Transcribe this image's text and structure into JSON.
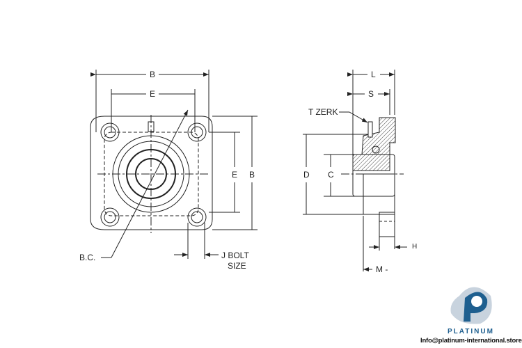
{
  "front_view": {
    "dim_b_top": "B",
    "dim_e_top": "E",
    "dim_e_side": "E",
    "dim_b_side": "B",
    "bc_label": "B.C.",
    "j_bolt_line1": "J BOLT",
    "j_bolt_line2": "SIZE"
  },
  "side_view": {
    "dim_l": "L",
    "dim_s": "S",
    "t_zerk": "T ZERK",
    "dim_d": "D",
    "dim_c": "C",
    "dim_m": "M -",
    "dim_h": "H"
  },
  "logo": {
    "name": "PLATINUM",
    "email": "Info@platinum-international.store",
    "color": "#1e5f8f"
  }
}
